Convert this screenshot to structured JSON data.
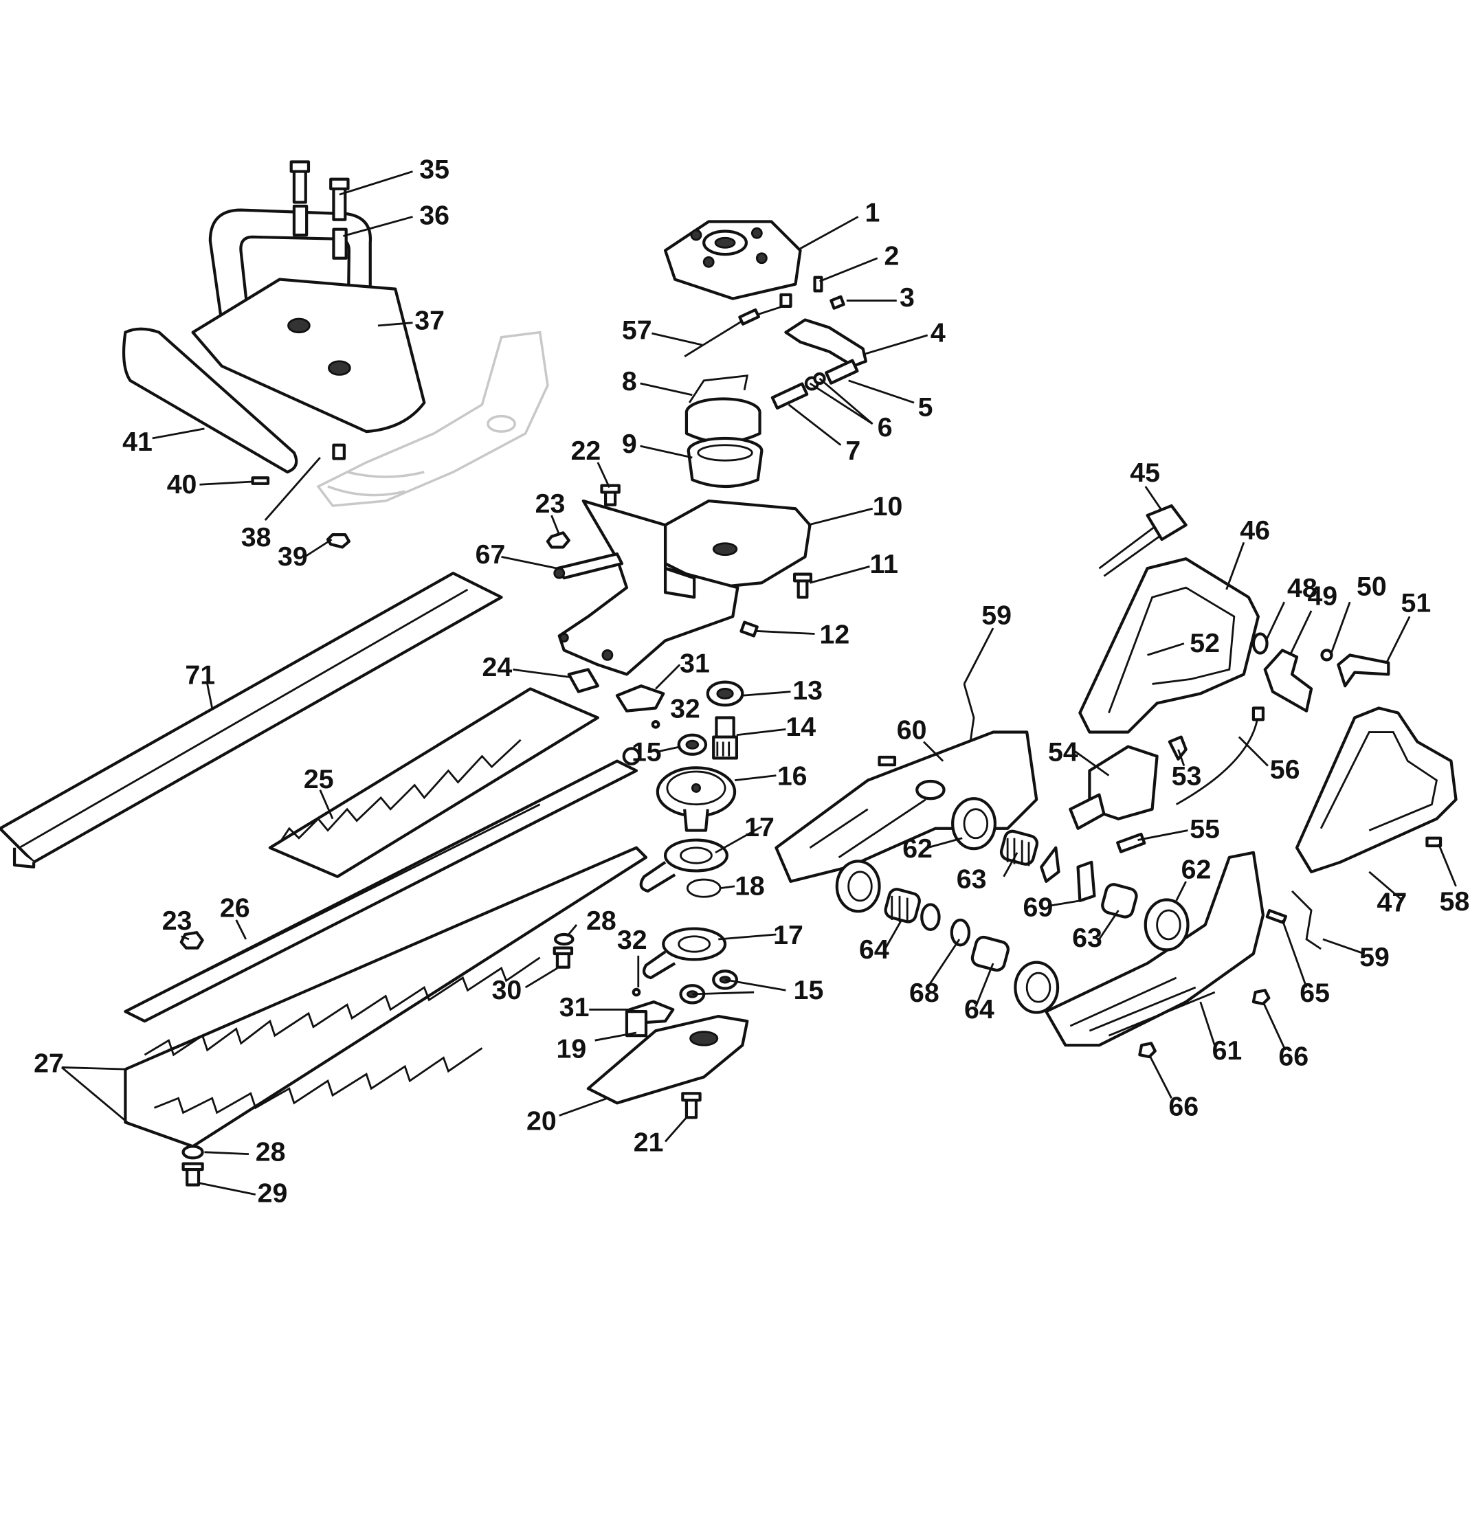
{
  "diagram": {
    "callouts": [
      {
        "id": "c1",
        "text": "1"
      },
      {
        "id": "c2",
        "text": "2"
      },
      {
        "id": "c3",
        "text": "3"
      },
      {
        "id": "c4",
        "text": "4"
      },
      {
        "id": "c5",
        "text": "5"
      },
      {
        "id": "c6",
        "text": "6"
      },
      {
        "id": "c7",
        "text": "7"
      },
      {
        "id": "c8",
        "text": "8"
      },
      {
        "id": "c9",
        "text": "9"
      },
      {
        "id": "c10",
        "text": "10"
      },
      {
        "id": "c11",
        "text": "11"
      },
      {
        "id": "c12",
        "text": "12"
      },
      {
        "id": "c13",
        "text": "13"
      },
      {
        "id": "c14",
        "text": "14"
      },
      {
        "id": "c15a",
        "text": "15"
      },
      {
        "id": "c15b",
        "text": "15"
      },
      {
        "id": "c16",
        "text": "16"
      },
      {
        "id": "c17a",
        "text": "17"
      },
      {
        "id": "c17b",
        "text": "17"
      },
      {
        "id": "c18",
        "text": "18"
      },
      {
        "id": "c19",
        "text": "19"
      },
      {
        "id": "c20",
        "text": "20"
      },
      {
        "id": "c21",
        "text": "21"
      },
      {
        "id": "c22",
        "text": "22"
      },
      {
        "id": "c23a",
        "text": "23"
      },
      {
        "id": "c23b",
        "text": "23"
      },
      {
        "id": "c24",
        "text": "24"
      },
      {
        "id": "c25",
        "text": "25"
      },
      {
        "id": "c26",
        "text": "26"
      },
      {
        "id": "c27",
        "text": "27"
      },
      {
        "id": "c28a",
        "text": "28"
      },
      {
        "id": "c28b",
        "text": "28"
      },
      {
        "id": "c29",
        "text": "29"
      },
      {
        "id": "c30",
        "text": "30"
      },
      {
        "id": "c31a",
        "text": "31"
      },
      {
        "id": "c31b",
        "text": "31"
      },
      {
        "id": "c32a",
        "text": "32"
      },
      {
        "id": "c32b",
        "text": "32"
      },
      {
        "id": "c35",
        "text": "35"
      },
      {
        "id": "c36",
        "text": "36"
      },
      {
        "id": "c37",
        "text": "37"
      },
      {
        "id": "c38",
        "text": "38"
      },
      {
        "id": "c39",
        "text": "39"
      },
      {
        "id": "c40",
        "text": "40"
      },
      {
        "id": "c41",
        "text": "41"
      },
      {
        "id": "c45",
        "text": "45"
      },
      {
        "id": "c46",
        "text": "46"
      },
      {
        "id": "c47",
        "text": "47"
      },
      {
        "id": "c48",
        "text": "48"
      },
      {
        "id": "c49",
        "text": "49"
      },
      {
        "id": "c50",
        "text": "50"
      },
      {
        "id": "c51",
        "text": "51"
      },
      {
        "id": "c52",
        "text": "52"
      },
      {
        "id": "c53",
        "text": "53"
      },
      {
        "id": "c54",
        "text": "54"
      },
      {
        "id": "c55",
        "text": "55"
      },
      {
        "id": "c56",
        "text": "56"
      },
      {
        "id": "c57",
        "text": "57"
      },
      {
        "id": "c58",
        "text": "58"
      },
      {
        "id": "c59a",
        "text": "59"
      },
      {
        "id": "c59b",
        "text": "59"
      },
      {
        "id": "c60",
        "text": "60"
      },
      {
        "id": "c61",
        "text": "61"
      },
      {
        "id": "c62a",
        "text": "62"
      },
      {
        "id": "c62b",
        "text": "62"
      },
      {
        "id": "c63a",
        "text": "63"
      },
      {
        "id": "c63b",
        "text": "63"
      },
      {
        "id": "c64a",
        "text": "64"
      },
      {
        "id": "c64b",
        "text": "64"
      },
      {
        "id": "c65",
        "text": "65"
      },
      {
        "id": "c66a",
        "text": "66"
      },
      {
        "id": "c66b",
        "text": "66"
      },
      {
        "id": "c67",
        "text": "67"
      },
      {
        "id": "c68",
        "text": "68"
      },
      {
        "id": "c69",
        "text": "69"
      },
      {
        "id": "c71",
        "text": "71"
      }
    ]
  }
}
